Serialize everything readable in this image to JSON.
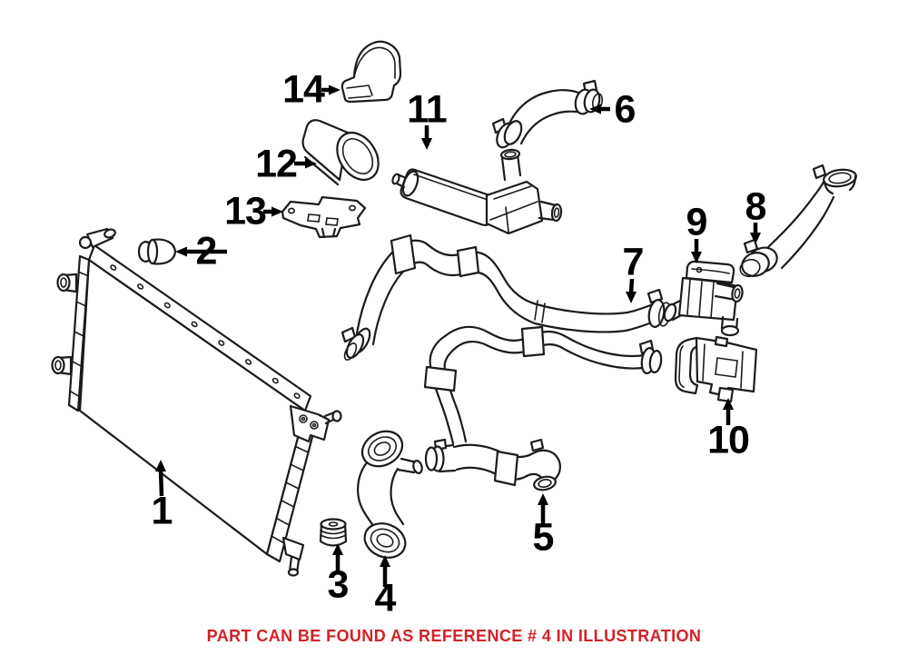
{
  "canvas": {
    "background": "#ffffff",
    "line_color": "#1b1b1b"
  },
  "callouts": [
    "1",
    "2",
    "3",
    "4",
    "5",
    "6",
    "7",
    "8",
    "9",
    "10",
    "11",
    "12",
    "13",
    "14"
  ],
  "footer": {
    "text": "PART CAN BE FOUND AS REFERENCE # 4 IN ILLUSTRATION",
    "referenced_part": "4",
    "color": "#d42127"
  }
}
